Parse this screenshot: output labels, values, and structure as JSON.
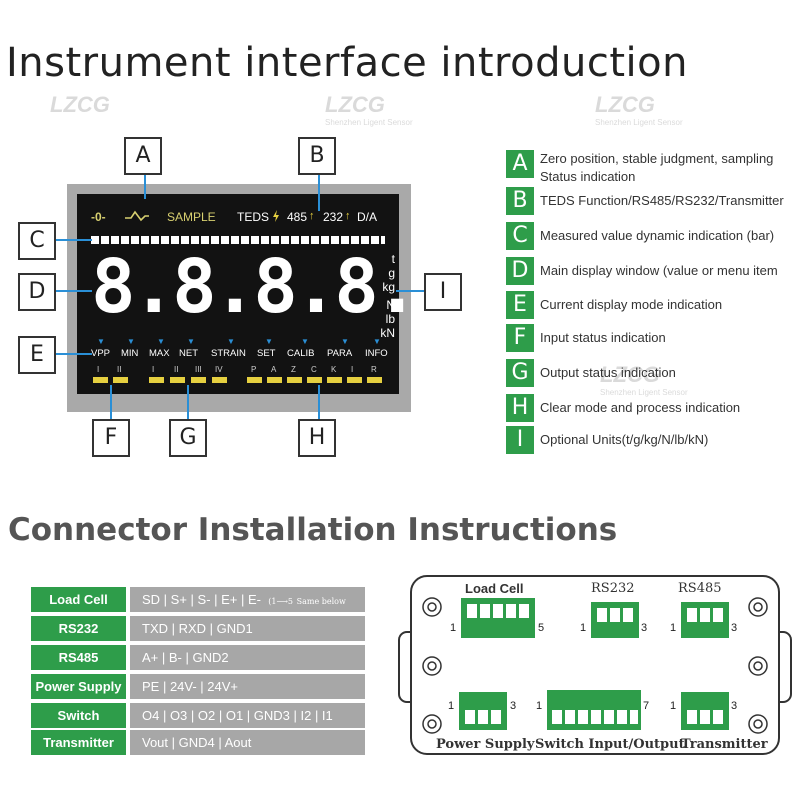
{
  "heading_interface": "Instrument interface introduction",
  "heading_connector": "Connector Installation Instructions",
  "watermark": {
    "brand": "LZCG",
    "sub": "Shenzhen Ligent Sensor"
  },
  "colors": {
    "green": "#2e9d4a",
    "lcd_bg": "#121212",
    "bezel": "#a9a9a9",
    "accent_yellow": "#e6d040",
    "indicator_blue": "#2a8fd6"
  },
  "lcd": {
    "top_left_symbols": "-0-",
    "wave_icon": "approx-icon",
    "sample": "SAMPLE",
    "teds": "TEDS",
    "rs485": "485",
    "rs232": "232",
    "da": "D/A",
    "digits": "8.8.8.8.8.8",
    "units": [
      "t",
      "g",
      "kg",
      "N",
      "lb",
      "kN"
    ],
    "modes": [
      "VPP",
      "MIN",
      "MAX",
      "NET",
      "STRAIN",
      "SET",
      "CALIB",
      "PARA",
      "INFO"
    ],
    "input_indicators": [
      "I",
      "II"
    ],
    "output_indicators": [
      "I",
      "II",
      "III",
      "IV"
    ],
    "clear_indicators": [
      "P",
      "A",
      "Z",
      "C",
      "K",
      "I",
      "R"
    ]
  },
  "callouts": [
    "A",
    "B",
    "C",
    "D",
    "E",
    "F",
    "G",
    "H",
    "I"
  ],
  "legend": [
    {
      "key": "A",
      "text": "Zero position, stable judgment, sampling",
      "text2": "Status indication"
    },
    {
      "key": "B",
      "text": "TEDS Function/RS485/RS232/Transmitter"
    },
    {
      "key": "C",
      "text": "Measured value dynamic indication (bar)"
    },
    {
      "key": "D",
      "text": "Main display window (value or menu item"
    },
    {
      "key": "E",
      "text": "Current display mode indication"
    },
    {
      "key": "F",
      "text": "Input status indication"
    },
    {
      "key": "G",
      "text": "Output status indication"
    },
    {
      "key": "H",
      "text": "Clear mode and process indication"
    },
    {
      "key": "I",
      "text": "Optional Units(t/g/kg/N/lb/kN)"
    }
  ],
  "connector_table": [
    {
      "name": "Load Cell",
      "value": "SD | S+ | S- | E+ | E-",
      "note": "(1⟶5",
      "note2": "Same below"
    },
    {
      "name": "RS232",
      "value": "TXD | RXD | GND1"
    },
    {
      "name": "RS485",
      "value": "A+ | B- | GND2"
    },
    {
      "name": "Power Supply",
      "value": "PE | 24V- | 24V+"
    },
    {
      "name": "Switch",
      "value": "O4 | O3 | O2 | O1 | GND3 | I2 | I1"
    },
    {
      "name": "Transmitter",
      "value": "Vout | GND4 | Aout"
    }
  ],
  "board": {
    "load_cell": "Load Cell",
    "rs232": "RS232",
    "rs485": "RS485",
    "power_supply": "Power Supply",
    "switch_io": "Switch Input/Output",
    "transmitter": "Transmitter",
    "pin_labels": {
      "lc_start": "1",
      "lc_end": "5",
      "rs232_start": "1",
      "rs232_end": "3",
      "rs485_start": "1",
      "rs485_end": "3",
      "ps_start": "1",
      "ps_end": "3",
      "sw_start": "1",
      "sw_end": "7",
      "tx_start": "1",
      "tx_end": "3"
    }
  }
}
